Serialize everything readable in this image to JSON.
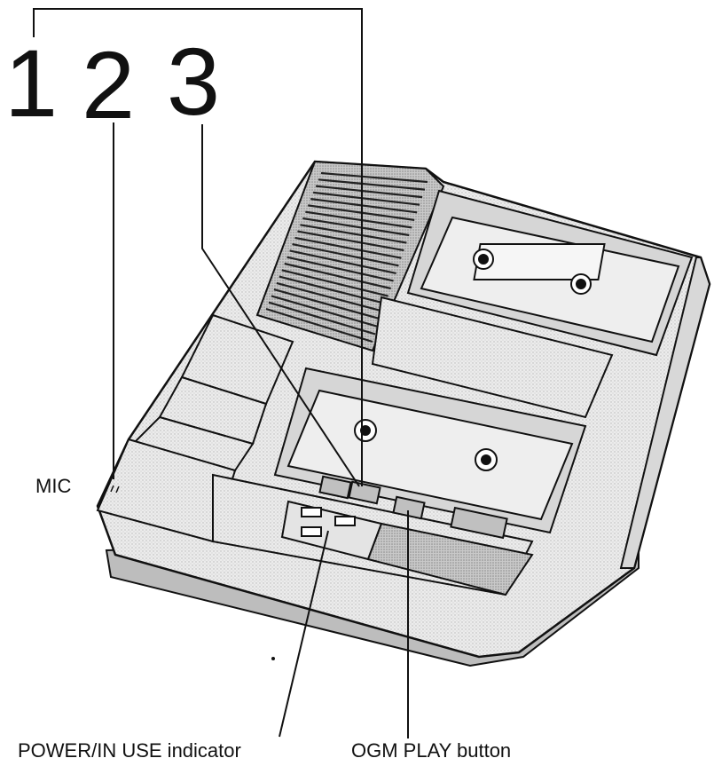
{
  "steps": [
    {
      "number": "1"
    },
    {
      "number": "2"
    },
    {
      "number": "3"
    }
  ],
  "labels": {
    "mic": "MIC",
    "power_indicator": "POWER/IN USE indicator",
    "ogm_play": "OGM PLAY button"
  },
  "colors": {
    "ink": "#111111",
    "body_light": "#e9e9e9",
    "body_mid": "#cfcfcf",
    "body_dark": "#9c9c9c",
    "cassette": "#dcdcdc"
  }
}
